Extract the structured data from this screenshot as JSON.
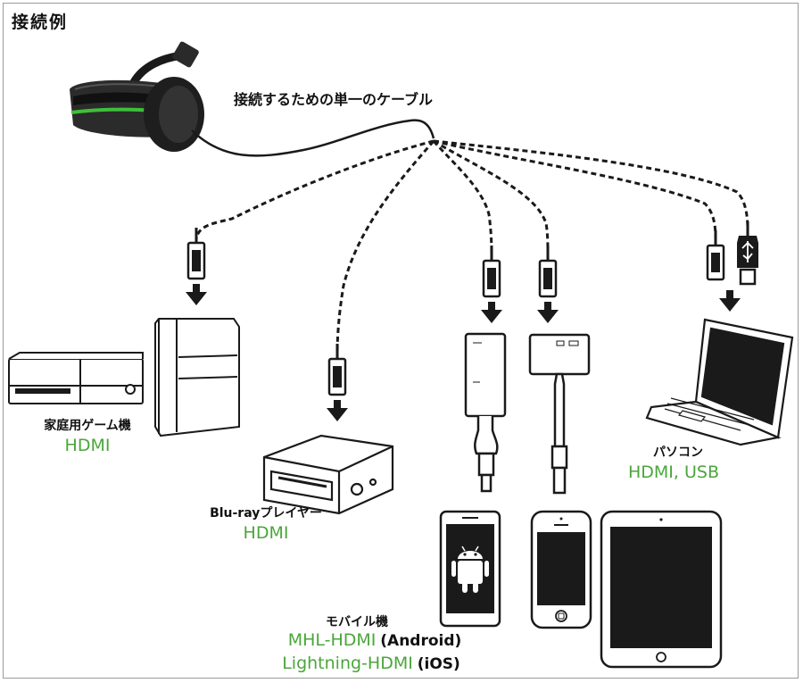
{
  "title": "接続例",
  "cable_label": "接続するための単一のケーブル",
  "devices": {
    "game_console": {
      "name": "家庭用ゲーム機",
      "connection": "HDMI"
    },
    "bluray": {
      "name": "Blu-rayプレイヤー",
      "connection": "HDMI"
    },
    "pc": {
      "name": "パソコン",
      "connection": "HDMI, USB"
    },
    "mobile": {
      "name": "モバイル機",
      "connection_android_type": "MHL-HDMI",
      "connection_android_os": "(Android)",
      "connection_ios_type": "Lightning-HDMI",
      "connection_ios_os": "(iOS)"
    }
  },
  "colors": {
    "accent_green": "#4aa63a",
    "text": "#111111",
    "frame": "#9a9a9a"
  },
  "icons": [
    "headset-icon",
    "hdmi-plug-icon",
    "usb-plug-icon",
    "down-arrow-icon",
    "game-console-icon",
    "bluray-player-icon",
    "mhl-adapter-icon",
    "lightning-adapter-icon",
    "android-phone-icon",
    "iphone-icon",
    "ipad-icon",
    "laptop-icon"
  ]
}
